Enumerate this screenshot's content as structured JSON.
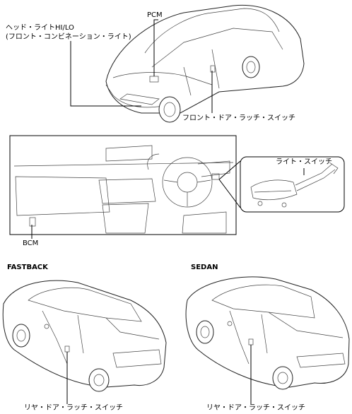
{
  "labels": {
    "pcm": "PCM",
    "headlight_line1": "ヘッド・ライトHI/LO",
    "headlight_line2": "(フロント・コンビネーション・ライト)",
    "front_door_switch": "フロント・ドア・ラッチ・スイッチ",
    "light_switch": "ライト・スイッチ",
    "bcm": "BCM",
    "fastback": "FASTBACK",
    "sedan": "SEDAN",
    "rear_door_switch_fastback": "リヤ・ドア・ラッチ・スイッチ",
    "rear_door_switch_sedan": "リヤ・ドア・ラッチ・スイッチ"
  }
}
